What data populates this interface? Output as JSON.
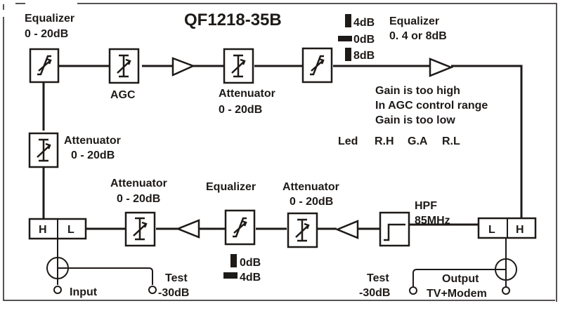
{
  "title": "QF1218-35B",
  "colors": {
    "ink": "#1e1a18",
    "background": "#ffffff"
  },
  "forward_path": {
    "equalizer_1": {
      "icon": "equalizer-icon",
      "label": "Equalizer",
      "range": "0 - 20dB"
    },
    "agc": {
      "icon": "attenuator-icon",
      "label": "AGC"
    },
    "amplifier_1": {
      "icon": "amplifier-icon"
    },
    "attenuator_1": {
      "icon": "attenuator-icon",
      "label": "Attenuator",
      "range": "0 - 20dB"
    },
    "equalizer_2": {
      "icon": "equalizer-icon",
      "label": "Equalizer",
      "range": "0. 4 or 8dB",
      "jumper_settings": [
        {
          "icon": "jumper-vertical-icon",
          "label": "4dB"
        },
        {
          "icon": "jumper-horizontal-icon",
          "label": "0dB"
        },
        {
          "icon": "jumper-vertical-icon",
          "label": "8dB"
        }
      ]
    },
    "amplifier_2": {
      "icon": "amplifier-icon"
    }
  },
  "status_legend": {
    "lines": [
      "Gain is too high",
      "In AGC control range",
      "Gain is too low"
    ],
    "led_label": "Led",
    "led_codes": [
      "R.H",
      "G.A",
      "R.L"
    ]
  },
  "input_side": {
    "attenuator": {
      "icon": "attenuator-icon",
      "label": "Attenuator",
      "range": "0 - 20dB"
    },
    "diplexer": {
      "high": "H",
      "low": "L"
    },
    "input_label": "Input",
    "test_label": "Test",
    "test_value": "-30dB"
  },
  "return_path": {
    "attenuator_1": {
      "icon": "attenuator-icon",
      "label": "Attenuator",
      "range": "0 - 20dB"
    },
    "amplifier": {
      "icon": "amplifier-icon"
    },
    "equalizer": {
      "icon": "equalizer-icon",
      "label": "Equalizer",
      "jumper_settings": [
        {
          "icon": "jumper-vertical-icon",
          "label": "0dB"
        },
        {
          "icon": "jumper-horizontal-icon",
          "label": "4dB"
        }
      ]
    },
    "attenuator_2": {
      "icon": "attenuator-icon",
      "label": "Attenuator",
      "range": "0 - 20dB"
    },
    "amplifier_2": {
      "icon": "amplifier-icon"
    },
    "hpf": {
      "icon": "high-pass-filter-icon",
      "label": "HPF",
      "cutoff": "85MHz"
    }
  },
  "output_side": {
    "diplexer": {
      "low": "L",
      "high": "H"
    },
    "test_label": "Test",
    "test_value": "-30dB",
    "output_label": "Output",
    "output_value": "TV+Modem"
  }
}
